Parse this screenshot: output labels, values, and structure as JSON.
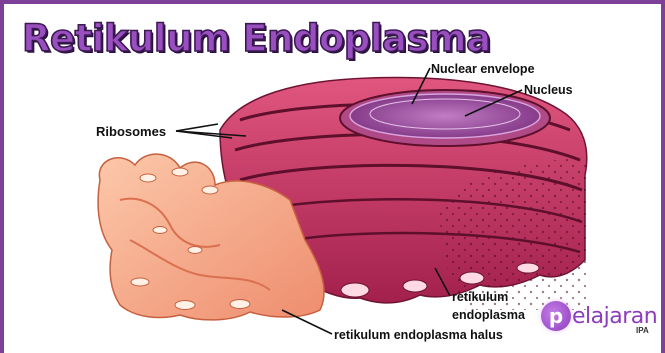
{
  "title": "Retikulum Endoplasma",
  "labels": {
    "ribosomes": "Ribosomes",
    "nuclear_envelope": "Nuclear envelope",
    "nucleus": "Nucleus",
    "rough_er_line1": "retikulum",
    "rough_er_line2": "endoplasma",
    "smooth_er": "retikulum endoplasma halus"
  },
  "watermark": {
    "logo_letter": "p",
    "name": "elajaran",
    "subtext": "IPA"
  },
  "colors": {
    "frame": "#7d3f98",
    "title": "#9a4fc1",
    "rough_er": "#c9356a",
    "rough_er_dark": "#7a1536",
    "smooth_er": "#f4a68a",
    "nucleus": "#8a3d8c"
  }
}
